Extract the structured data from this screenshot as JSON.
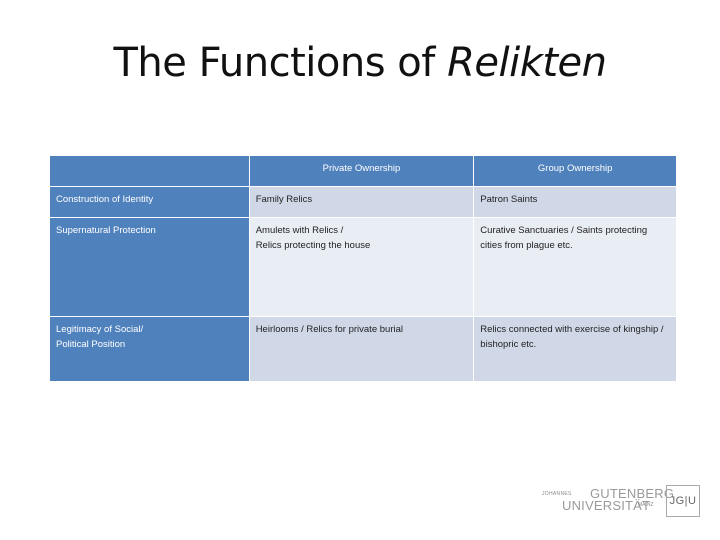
{
  "slide": {
    "title_prefix": "The Functions of ",
    "title_italic": "Relikten"
  },
  "table": {
    "headers": [
      "",
      "Private Ownership",
      "Group Ownership"
    ],
    "rows": [
      {
        "label": "Construction of Identity",
        "private": "Family Relics",
        "group": "Patron Saints"
      },
      {
        "label": "Supernatural Protection",
        "private_line1": "Amulets with Relics /",
        "private_line2": "Relics protecting the house",
        "group": "Curative Sanctuaries / Saints protecting cities from plague etc."
      },
      {
        "label_line1": "Legitimacy of Social/",
        "label_line2": "Political Position",
        "private": "Heirlooms / Relics for private burial",
        "group": "Relics connected with exercise of kingship / bishopric etc."
      }
    ]
  },
  "logo": {
    "small": "JOHANNES",
    "line1": "GUTENBERG",
    "line2": "UNIVERSITÄT",
    "city": "MAINZ",
    "badge": "JG|U",
    "color": "#9a9a9a"
  },
  "colors": {
    "header": "#4f81bd",
    "row_odd": "#d0d8e8",
    "row_even": "#e9edf4"
  }
}
